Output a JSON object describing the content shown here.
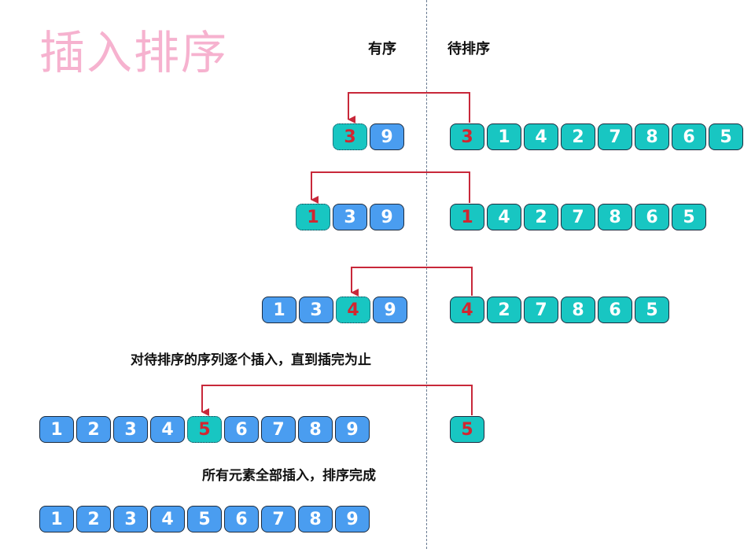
{
  "title": "插入排序",
  "headers": {
    "sorted": "有序",
    "unsorted": "待排序"
  },
  "captions": {
    "repeat": "对待排序的序列逐个插入，直到插完为止",
    "done": "所有元素全部插入，排序完成"
  },
  "colors": {
    "sorted_cell": "#4a9df0",
    "unsorted_cell": "#18c6c2",
    "highlight_text": "#d22630",
    "arrow": "#c8283a",
    "title": "#f6b2cf"
  },
  "rows": [
    {
      "sorted": [
        "3",
        "9"
      ],
      "slot_index": 0,
      "unsorted": [
        "3",
        "1",
        "4",
        "2",
        "7",
        "8",
        "6",
        "5"
      ]
    },
    {
      "sorted": [
        "1",
        "3",
        "9"
      ],
      "slot_index": 0,
      "unsorted": [
        "1",
        "4",
        "2",
        "7",
        "8",
        "6",
        "5"
      ]
    },
    {
      "sorted": [
        "1",
        "3",
        "4",
        "9"
      ],
      "slot_index": 2,
      "unsorted": [
        "4",
        "2",
        "7",
        "8",
        "6",
        "5"
      ]
    },
    {
      "sorted": [
        "1",
        "2",
        "3",
        "4",
        "5",
        "6",
        "7",
        "8",
        "9"
      ],
      "slot_index": 4,
      "unsorted": [
        "5"
      ]
    },
    {
      "sorted": [
        "1",
        "2",
        "3",
        "4",
        "5",
        "6",
        "7",
        "8",
        "9"
      ],
      "slot_index": null,
      "unsorted": []
    }
  ]
}
